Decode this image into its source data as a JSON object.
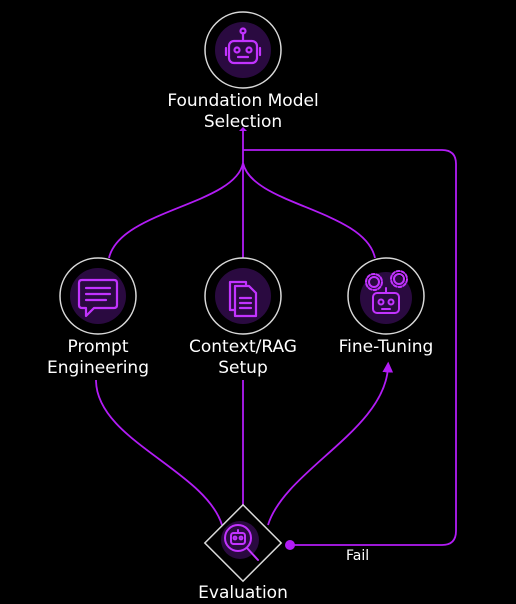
{
  "nodes": {
    "foundation": {
      "line1": "Foundation Model",
      "line2": "Selection",
      "icon": "robot-icon"
    },
    "prompt": {
      "line1": "Prompt",
      "line2": "Engineering",
      "icon": "chat-bubble-icon"
    },
    "context": {
      "line1": "Context/RAG",
      "line2": "Setup",
      "icon": "documents-icon"
    },
    "finetune": {
      "line1": "Fine-Tuning",
      "icon": "robot-gears-icon"
    },
    "evaluation": {
      "line1": "Evaluation",
      "icon": "magnifier-robot-icon"
    }
  },
  "edges": {
    "fail_label": "Fail"
  },
  "colors": {
    "background": "#000000",
    "accent": "#b21cf5",
    "accent_dark": "#2a0a40",
    "node_border": "#d9d9d9"
  }
}
